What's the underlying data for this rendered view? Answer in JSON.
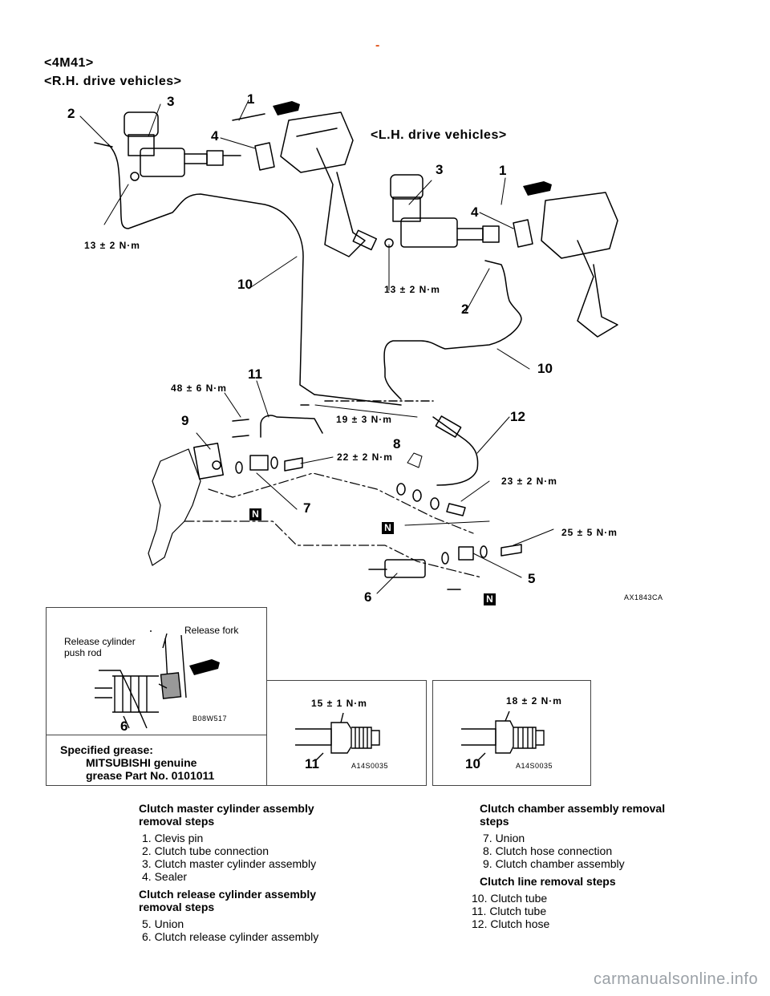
{
  "header": {
    "dash": "-",
    "engine": "<4M41>",
    "rh": "<R.H. drive vehicles>",
    "lh": "<L.H. drive vehicles>"
  },
  "callouts": {
    "c1a": "1",
    "c2a": "2",
    "c3a": "3",
    "c4a": "4",
    "c10a": "10",
    "c11": "11",
    "c9": "9",
    "c8": "8",
    "c7": "7",
    "c12": "12",
    "c5": "5",
    "c6": "6",
    "c3b": "3",
    "c1b": "1",
    "c4b": "4",
    "c2b": "2",
    "c10b": "10"
  },
  "torques": {
    "t13a": "13 ± 2 N·m",
    "t13b": "13 ± 2 N·m",
    "t48": "48 ± 6 N·m",
    "t19": "19 ± 3 N·m",
    "t22": "22 ± 2 N·m",
    "t23": "23 ± 2 N·m",
    "t25": "25 ± 5 N·m",
    "t15": "15 ± 1 N·m",
    "t18": "18 ± 2 N·m"
  },
  "badge": "N",
  "codes": {
    "main": "AX1843CA",
    "detail1": "B08W517",
    "detail2": "A14S0035",
    "detail3": "A14S0035"
  },
  "detail1": {
    "release_fork": "Release fork",
    "release_cyl_1": "Release cylinder",
    "release_cyl_2": "push rod",
    "num": "6",
    "grease_title": "Specified grease:",
    "grease_1": "MITSUBISHI genuine",
    "grease_2": "grease Part No. 0101011"
  },
  "detail2": {
    "num": "11"
  },
  "detail3": {
    "num": "10"
  },
  "steps_left": {
    "h1a": "Clutch master cylinder assembly",
    "h1b": "removal steps",
    "items1": [
      "1. Clevis pin",
      "2. Clutch tube connection",
      "3. Clutch master cylinder assembly",
      "4. Sealer"
    ],
    "h2a": "Clutch release cylinder assembly",
    "h2b": "removal steps",
    "items2": [
      "5. Union",
      "6. Clutch release cylinder assembly"
    ]
  },
  "steps_right": {
    "h1a": "Clutch chamber assembly removal",
    "h1b": "steps",
    "items1": [
      "7. Union",
      "8. Clutch hose connection",
      "9. Clutch chamber assembly"
    ],
    "h2": "Clutch line removal steps",
    "items2": [
      "10. Clutch tube",
      "11. Clutch tube",
      "12. Clutch hose"
    ]
  },
  "watermark": "carmanualsonline.info"
}
